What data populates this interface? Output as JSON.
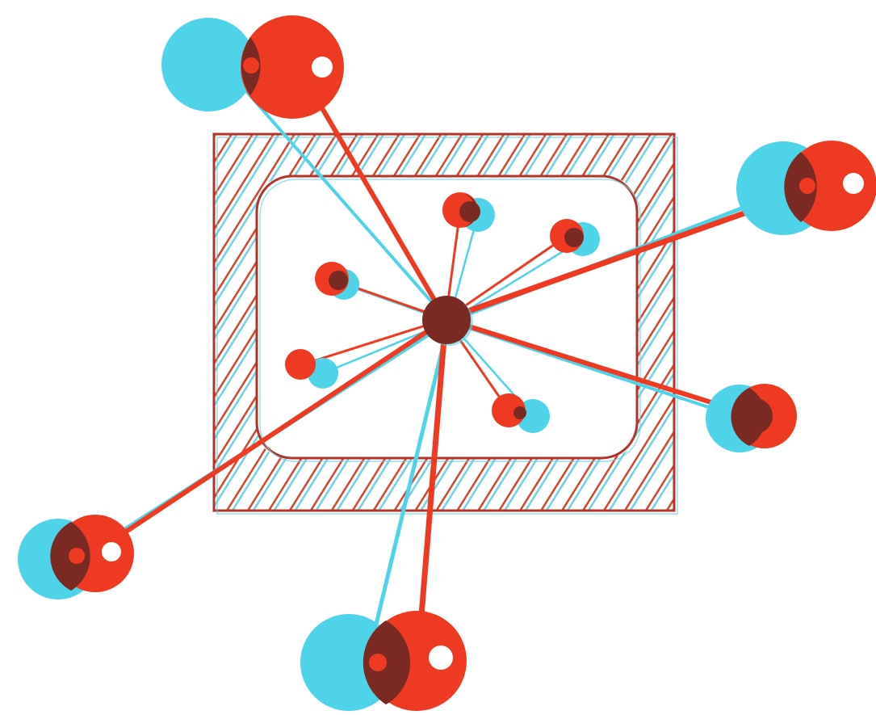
{
  "colors": {
    "red": "#ee3a22",
    "cyan": "#4fd3e8",
    "overlap": "#7a2a22",
    "frame_stroke": "#b3342a",
    "hatch_red": "#d9432e",
    "hatch_cyan": "#6fd0e0",
    "background": "#ffffff"
  },
  "frame": {
    "style": "hatched-rectangular-frame",
    "inner_shape": "rounded-rectangle"
  },
  "center_node": {
    "style": "solid-dark-red"
  },
  "inner_nodes": [
    {
      "name": "inner-node-top"
    },
    {
      "name": "inner-node-top-right"
    },
    {
      "name": "inner-node-left"
    },
    {
      "name": "inner-node-left-lower"
    },
    {
      "name": "inner-node-bottom"
    }
  ],
  "outer_nodes": [
    {
      "name": "outer-node-top-left",
      "has_highlight": true
    },
    {
      "name": "outer-node-right",
      "has_highlight": true
    },
    {
      "name": "outer-node-right-lower",
      "has_highlight": false
    },
    {
      "name": "outer-node-bottom-left",
      "has_highlight": true
    },
    {
      "name": "outer-node-bottom",
      "has_highlight": true
    }
  ]
}
